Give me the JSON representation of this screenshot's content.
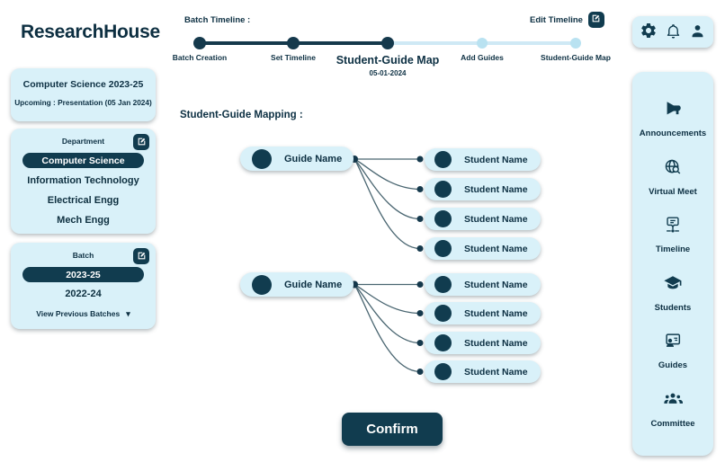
{
  "app": {
    "title": "ResearchHouse"
  },
  "colors": {
    "dark": "#113c4f",
    "card": "#d9f1f9",
    "track_light": "#cfe9f5",
    "node_light": "#b9e2f1"
  },
  "left": {
    "info_card": {
      "title": "Computer Science 2023-25",
      "subtitle": "Upcoming : Presentation (05 Jan 2024)"
    },
    "department_card": {
      "label": "Department",
      "selected": "Computer Science",
      "items": [
        "Computer Science",
        "Information Technology",
        "Electrical Engg",
        "Mech Engg"
      ]
    },
    "batch_card": {
      "label": "Batch",
      "selected": "2023-25",
      "items": [
        "2023-25",
        "2022-24"
      ],
      "more_label": "View Previous Batches",
      "chevron": "▾"
    }
  },
  "timeline": {
    "label": "Batch Timeline :",
    "edit_label": "Edit Timeline",
    "steps": [
      {
        "label": "Batch Creation",
        "state": "done"
      },
      {
        "label": "Set Timeline",
        "state": "done"
      },
      {
        "label": "Student-Guide Map",
        "state": "active",
        "date": "05-01-2024"
      },
      {
        "label": "Add Guides",
        "state": "upcoming"
      },
      {
        "label": "Student-Guide Map",
        "state": "upcoming"
      }
    ]
  },
  "mapping": {
    "heading": "Student-Guide Mapping :",
    "clusters": [
      {
        "guide": "Guide Name",
        "students": [
          "Student Name",
          "Student Name",
          "Student Name",
          "Student Name"
        ]
      },
      {
        "guide": "Guide Name",
        "students": [
          "Student Name",
          "Student Name",
          "Student Name",
          "Student Name"
        ]
      }
    ]
  },
  "actions": {
    "confirm_label": "Confirm"
  },
  "topbar": {
    "icons": [
      "settings",
      "notifications",
      "profile"
    ]
  },
  "sidebar": {
    "items": [
      {
        "icon": "megaphone",
        "label": "Announcements"
      },
      {
        "icon": "globe-search",
        "label": "Virtual Meet"
      },
      {
        "icon": "timeline",
        "label": "Timeline"
      },
      {
        "icon": "graduation-cap",
        "label": "Students"
      },
      {
        "icon": "guide-board",
        "label": "Guides"
      },
      {
        "icon": "committee",
        "label": "Committee"
      }
    ]
  }
}
